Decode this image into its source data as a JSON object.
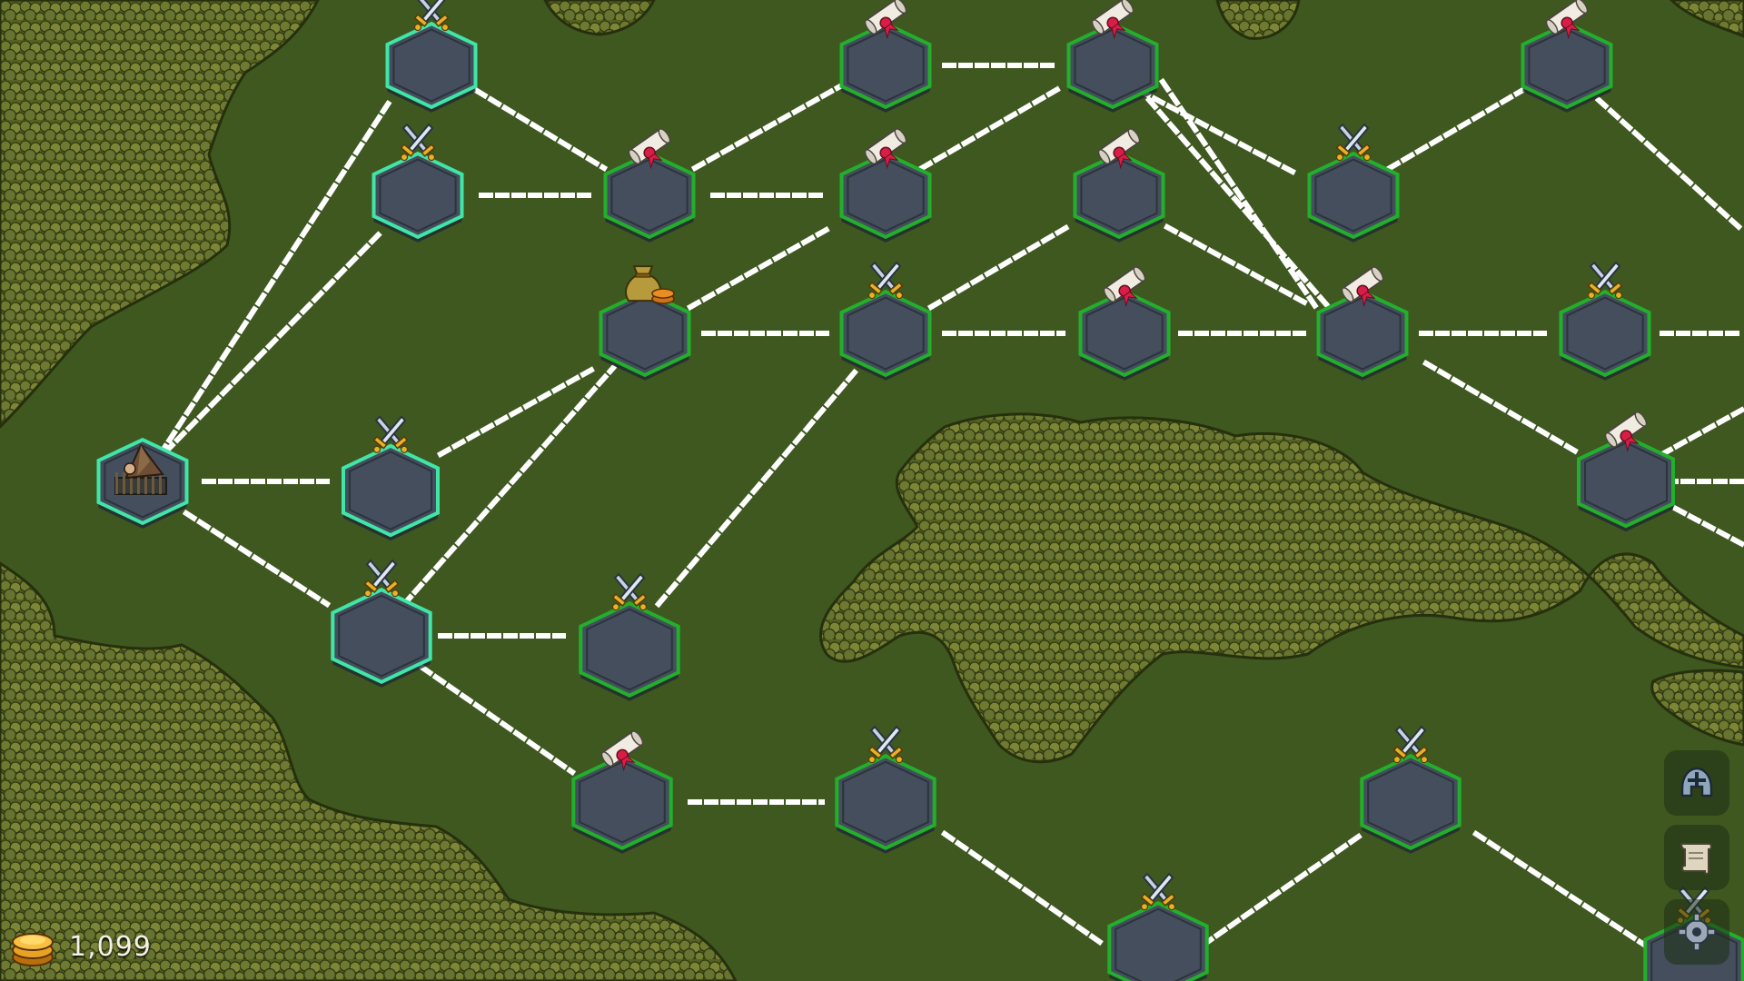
{
  "hud": {
    "gold_amount": "1,099"
  },
  "colors": {
    "ground": "#3f5a1f",
    "forest": "#5e6a2a",
    "hex_fill": "#444e5c",
    "hex_border_green": "#22b02c",
    "hex_border_teal": "#40e6a8",
    "path": "#ffffff"
  },
  "side_buttons": [
    {
      "icon": "helmet-icon"
    },
    {
      "icon": "map-scroll-icon"
    },
    {
      "icon": "gear-icon"
    }
  ],
  "nodes": [
    {
      "id": "base",
      "type": "camp",
      "state": "current"
    },
    {
      "id": "n1",
      "type": "battle",
      "state": "visited"
    },
    {
      "id": "n2",
      "type": "battle",
      "state": "visited"
    },
    {
      "id": "n3",
      "type": "event",
      "state": "available"
    },
    {
      "id": "n4",
      "type": "treasure",
      "state": "available"
    },
    {
      "id": "n5",
      "type": "battle",
      "state": "visited"
    },
    {
      "id": "n6",
      "type": "battle",
      "state": "visited"
    },
    {
      "id": "n7",
      "type": "battle",
      "state": "available"
    },
    {
      "id": "n8",
      "type": "event",
      "state": "available"
    },
    {
      "id": "n9",
      "type": "event",
      "state": "available"
    },
    {
      "id": "n10",
      "type": "battle",
      "state": "available"
    },
    {
      "id": "n11",
      "type": "event",
      "state": "available"
    },
    {
      "id": "n12",
      "type": "event",
      "state": "available"
    },
    {
      "id": "n13",
      "type": "event",
      "state": "available"
    },
    {
      "id": "n14",
      "type": "battle",
      "state": "available"
    },
    {
      "id": "n15",
      "type": "event",
      "state": "available"
    },
    {
      "id": "n16",
      "type": "event",
      "state": "available"
    },
    {
      "id": "n17",
      "type": "battle",
      "state": "available"
    },
    {
      "id": "n18",
      "type": "event",
      "state": "available"
    },
    {
      "id": "n19",
      "type": "event",
      "state": "available"
    },
    {
      "id": "n20",
      "type": "battle",
      "state": "available"
    },
    {
      "id": "n21",
      "type": "battle",
      "state": "available"
    },
    {
      "id": "n22",
      "type": "battle",
      "state": "available"
    },
    {
      "id": "n23",
      "type": "battle",
      "state": "available"
    }
  ]
}
